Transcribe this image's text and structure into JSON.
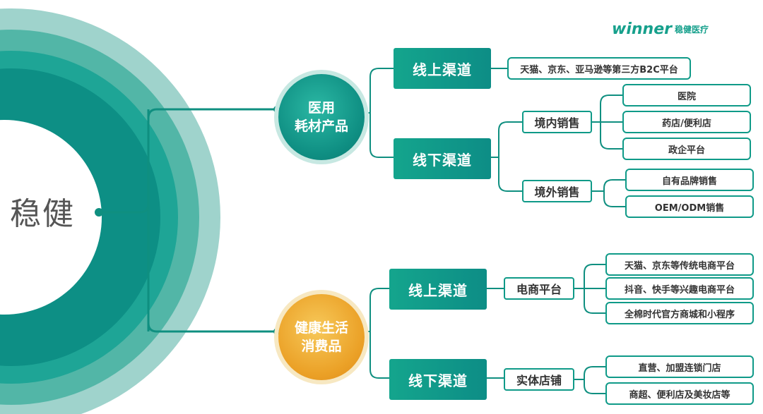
{
  "logo": {
    "wordmark": "winner",
    "company": "稳健医疗"
  },
  "core": {
    "label": "稳健"
  },
  "categories": [
    {
      "label_line1": "医用",
      "label_line2": "耗材产品",
      "channels": [
        {
          "label": "线上渠道",
          "leaves": [
            "天猫、京东、亚马逊等第三方B2C平台"
          ]
        },
        {
          "label": "线下渠道",
          "groups": [
            {
              "label": "境内销售",
              "leaves": [
                "医院",
                "药店/便利店",
                "政企平台"
              ]
            },
            {
              "label": "境外销售",
              "leaves": [
                "自有品牌销售",
                "OEM/ODM销售"
              ]
            }
          ]
        }
      ]
    },
    {
      "label_line1": "健康生活",
      "label_line2": "消费品",
      "channels": [
        {
          "label": "线上渠道",
          "groups": [
            {
              "label": "电商平台",
              "leaves": [
                "天猫、京东等传统电商平台",
                "抖音、快手等兴趣电商平台",
                "全棉时代官方商城和小程序"
              ]
            }
          ]
        },
        {
          "label": "线下渠道",
          "groups": [
            {
              "label": "实体店铺",
              "leaves": [
                "直营、加盟连锁门店",
                "商超、便利店及美妆店等"
              ]
            }
          ]
        }
      ]
    }
  ],
  "colors": {
    "line": "#0f8f80",
    "teal": "#0f9a88",
    "orange": "#eba127"
  }
}
